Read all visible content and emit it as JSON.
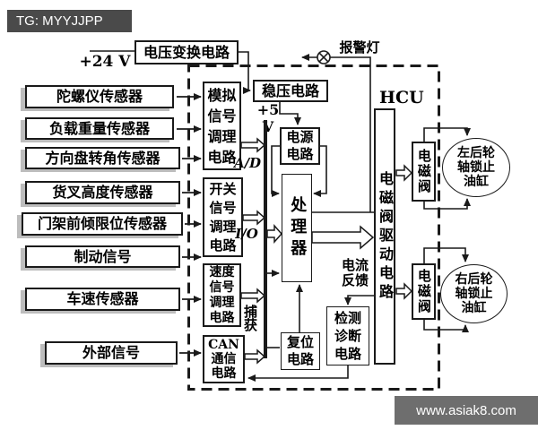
{
  "banners": {
    "top_left": "TG: MYYJJPP",
    "bottom_right": "www.asiak8.com"
  },
  "power": {
    "input_label": "+24 V",
    "rail_label": "+5 V"
  },
  "annotations": {
    "alarm_lamp": "报警灯",
    "hcu": "HCU",
    "ad_bus": "A/D",
    "io_bus": "I/O",
    "capture_bus": "捕获",
    "current_feedback": "电流\n反馈"
  },
  "sensors": [
    "陀螺仪传感器",
    "负载重量传感器",
    "方向盘转角传感器",
    "货叉高度传感器",
    "门架前倾限位传感器",
    "制动信号",
    "车速传感器",
    "外部信号"
  ],
  "blocks": {
    "voltage_converter": "电压变换电路",
    "voltage_regulator": "稳压电路",
    "analog_conditioning": "模拟\n信号\n调理\n电路",
    "switch_conditioning": "开关\n信号\n调理\n电路",
    "speed_conditioning": "速度\n信号\n调理\n电路",
    "can_communication": "CAN\n通信\n电路",
    "power_supply": "电源\n电路",
    "processor": "处理器",
    "reset_circuit": "复位\n电路",
    "detect_diagnose": "检测\n诊断\n电路",
    "valve_driver": "电磁阀驱动电路",
    "solenoid_valve_1": "电磁阀",
    "solenoid_valve_2": "电磁阀",
    "cylinder_left": "左后轮\n轴锁止\n油缸",
    "cylinder_right": "右后轮\n轴锁止\n油缸"
  },
  "colors": {
    "line": "#1a1a1a",
    "banner_top": "#4a4a4a",
    "banner_bottom": "#6e6e6e",
    "shadow": "#bdbdbd"
  }
}
